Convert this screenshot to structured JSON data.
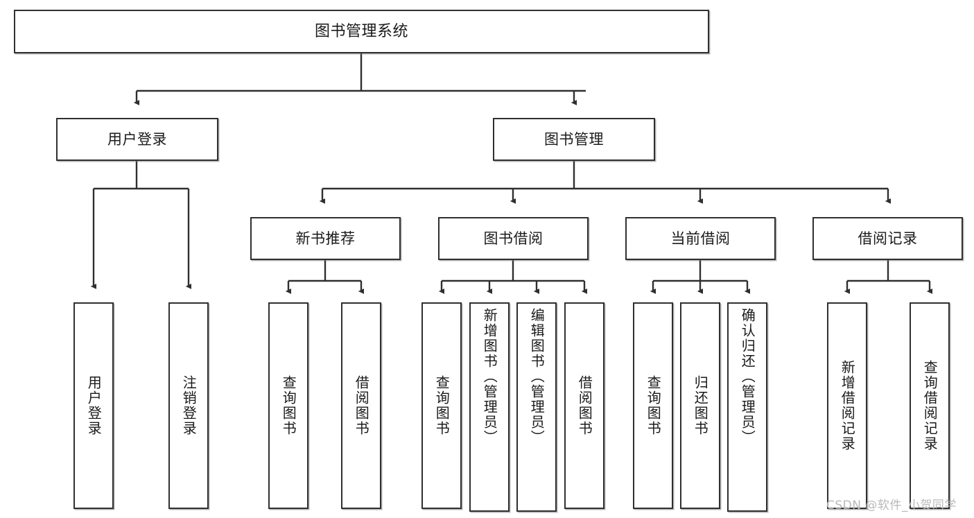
{
  "diagram": {
    "title": "图书管理系统",
    "type": "tree",
    "orientation": "top-down",
    "colors": {
      "box_border": "#2f2f2f",
      "box_fill": "#ffffff",
      "edge": "#2f2f2f",
      "text": "#1a1a1a",
      "watermark": "#b9b9b9",
      "background": "#ffffff"
    },
    "watermark": "CSDN @软件_小贺同学",
    "nodes": {
      "root": {
        "label": "图书管理系统"
      },
      "level2": [
        {
          "id": "user-login",
          "label": "用户登录"
        },
        {
          "id": "book-manage",
          "label": "图书管理"
        }
      ],
      "level3": [
        {
          "id": "new-book-rec",
          "label": "新书推荐"
        },
        {
          "id": "book-borrow",
          "label": "图书借阅"
        },
        {
          "id": "current-borrow",
          "label": "当前借阅"
        },
        {
          "id": "borrow-record",
          "label": "借阅记录"
        }
      ],
      "leaves": {
        "user-login": [
          {
            "id": "leaf-user-login",
            "label": "用户登录"
          },
          {
            "id": "leaf-logout",
            "label": "注销登录"
          }
        ],
        "new-book-rec": [
          {
            "id": "leaf-query-book-1",
            "label": "查询图书"
          },
          {
            "id": "leaf-borrow-book-1",
            "label": "借阅图书"
          }
        ],
        "book-borrow": [
          {
            "id": "leaf-query-book-2",
            "label": "查询图书"
          },
          {
            "id": "leaf-add-book",
            "label": "新增图书（管理员）"
          },
          {
            "id": "leaf-edit-book",
            "label": "编辑图书（管理员）"
          },
          {
            "id": "leaf-borrow-book-2",
            "label": "借阅图书"
          }
        ],
        "current-borrow": [
          {
            "id": "leaf-query-book-3",
            "label": "查询图书"
          },
          {
            "id": "leaf-return-book",
            "label": "归还图书"
          },
          {
            "id": "leaf-confirm-return",
            "label": "确认归还（管理员）"
          }
        ],
        "borrow-record": [
          {
            "id": "leaf-add-record",
            "label": "新增借阅记录"
          },
          {
            "id": "leaf-query-record",
            "label": "查询借阅记录"
          }
        ]
      }
    },
    "edges": [
      {
        "from": "图书管理系统",
        "to": "用户登录"
      },
      {
        "from": "图书管理系统",
        "to": "图书管理"
      },
      {
        "from": "用户登录",
        "to": "用户登录"
      },
      {
        "from": "用户登录",
        "to": "注销登录"
      },
      {
        "from": "图书管理",
        "to": "新书推荐"
      },
      {
        "from": "图书管理",
        "to": "图书借阅"
      },
      {
        "from": "图书管理",
        "to": "当前借阅"
      },
      {
        "from": "图书管理",
        "to": "借阅记录"
      },
      {
        "from": "新书推荐",
        "to": "查询图书"
      },
      {
        "from": "新书推荐",
        "to": "借阅图书"
      },
      {
        "from": "图书借阅",
        "to": "查询图书"
      },
      {
        "from": "图书借阅",
        "to": "新增图书（管理员）"
      },
      {
        "from": "图书借阅",
        "to": "编辑图书（管理员）"
      },
      {
        "from": "图书借阅",
        "to": "借阅图书"
      },
      {
        "from": "当前借阅",
        "to": "查询图书"
      },
      {
        "from": "当前借阅",
        "to": "归还图书"
      },
      {
        "from": "当前借阅",
        "to": "确认归还（管理员）"
      },
      {
        "from": "借阅记录",
        "to": "新增借阅记录"
      },
      {
        "from": "借阅记录",
        "to": "查询借阅记录"
      }
    ]
  }
}
